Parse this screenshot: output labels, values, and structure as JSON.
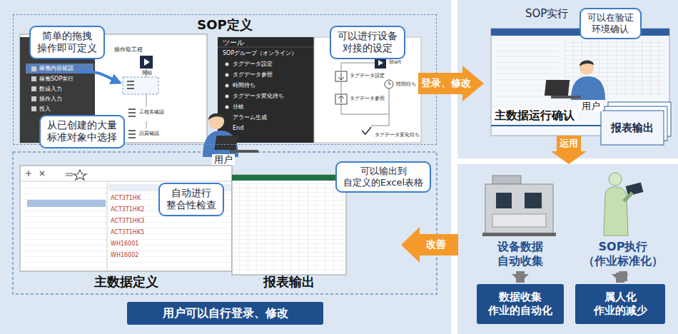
{
  "diagram": {
    "nodes": [
      {
        "text": [
          "SOP定义"
        ]
      },
      {
        "text": [
          "简单的拖拽 操作即可定义"
        ],
        "in": 0
      },
      {
        "text": [
          "从已创建的大量 标准对象中选择"
        ],
        "in": 0
      },
      {
        "text": [
          "可以进行设备 对接的设定"
        ],
        "in": 0
      },
      {
        "text": [
          "主数据定义"
        ]
      },
      {
        "text": [
          "自动进行 整合性检查"
        ],
        "in": 4
      },
      {
        "text": [
          "报表输出"
        ]
      },
      {
        "text": [
          "可以输出到 自定义的Excel表格"
        ]
      },
      {
        "text": [
          "用户可以自行登录、修改"
        ]
      },
      {
        "text": [
          "登录、修改"
        ]
      },
      {
        "text": [
          "SOP实行",
          "主数据运行确认"
        ]
      },
      {
        "text": [
          "可以在验证 环境确认"
        ]
      },
      {
        "text": [
          "报表输出"
        ]
      },
      {
        "text": [
          "运用"
        ]
      },
      {
        "text": [
          "设备数据 自动收集"
        ]
      },
      {
        "text": [
          "SOP执行 （作业标准化）"
        ]
      },
      {
        "text": [
          "数据收集 作业的自动化"
        ]
      },
      {
        "text": [
          "属人化 作业的减少"
        ]
      },
      {
        "text": [
          "改善"
        ]
      }
    ],
    "edges": [
      {
        "from": 14,
        "to": 16,
        "arrow": "to"
      },
      {
        "from": 15,
        "to": 17,
        "arrow": "to"
      }
    ],
    "labels": [
      "用户",
      "用户",
      "ツール",
      "SOPグループ（オンライン）",
      "タグデータ設定",
      "タグデータ参照",
      "時間待ち",
      "タグデータ変化待ち",
      "分岐",
      "アラーム生成",
      "End",
      "Start",
      "タグデータ設定",
      "タグデータ参照",
      "時間待ち",
      "タグデータ変化待ち",
      "操作取工程",
      "開始",
      "稼働内容確認",
      "稼働SOP実行",
      "数値入力",
      "操作入力",
      "投入",
      "工程名確認",
      "品質確認",
      "ACT3T1HK",
      "ACT3T1HK2",
      "ACT3T1HK3",
      "ACT3T1HK5",
      "WH16001",
      "WH16002"
    ]
  }
}
